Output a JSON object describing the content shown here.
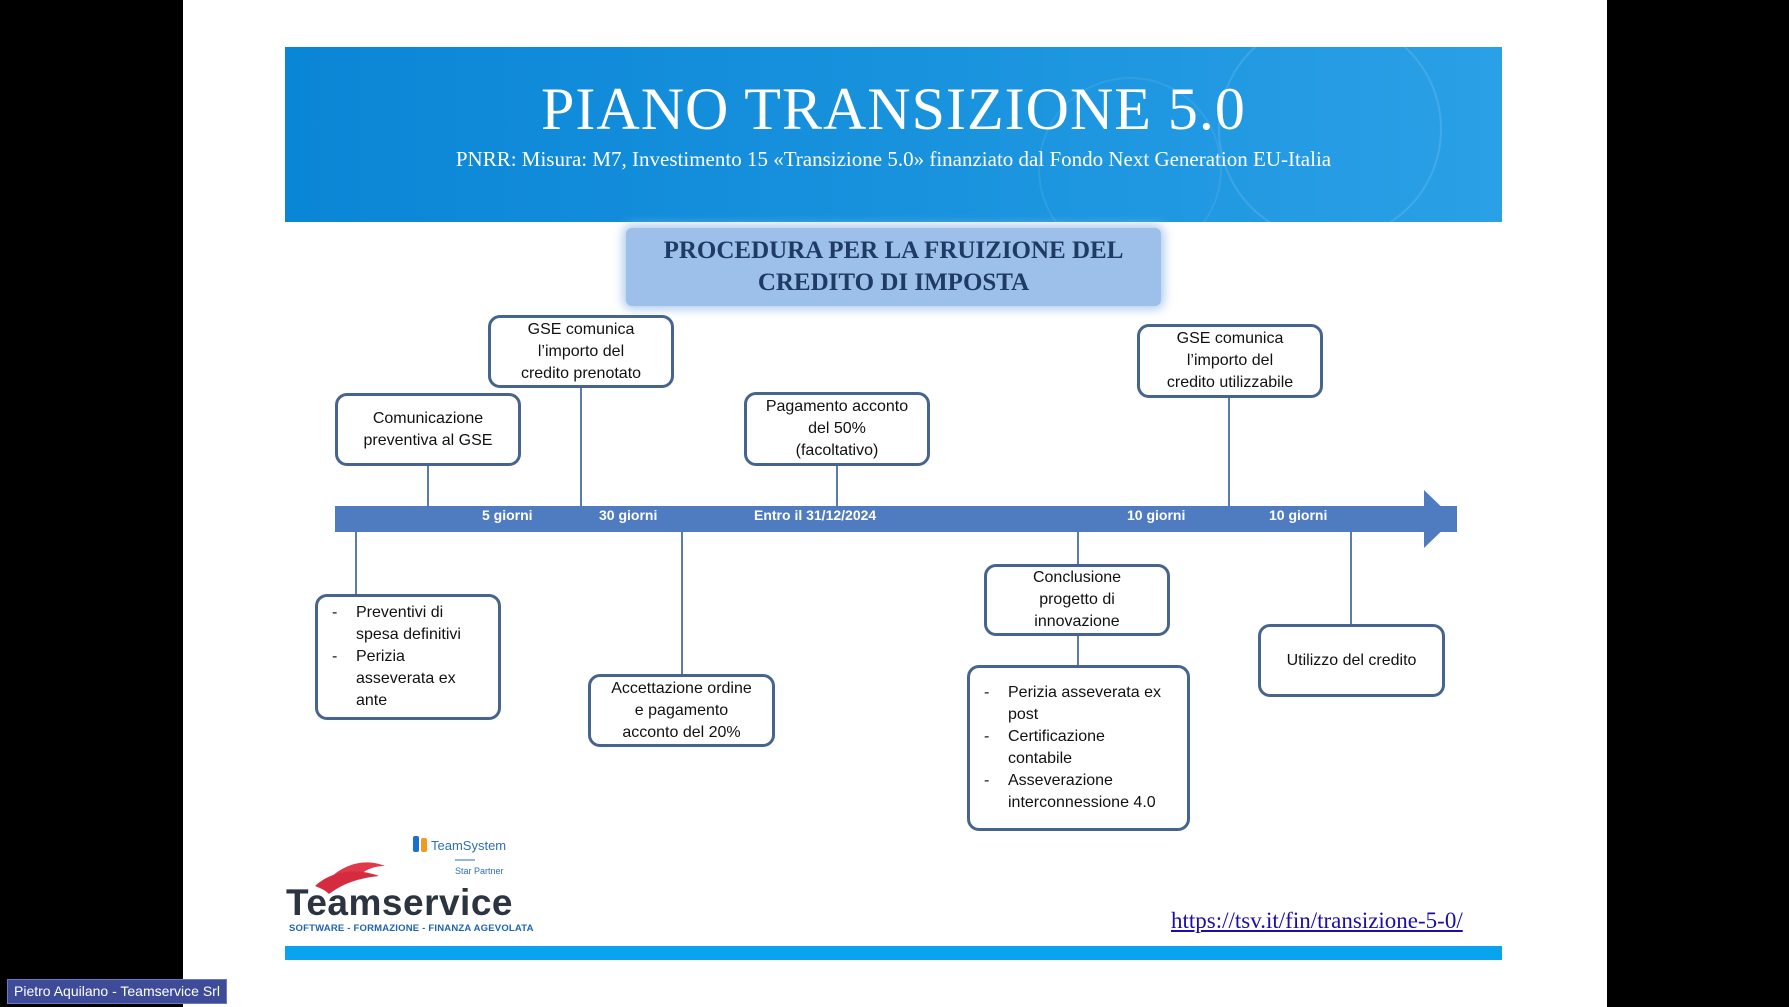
{
  "header": {
    "title": "PIANO TRANSIZIONE 5.0",
    "subtitle": "PNRR: Misura: M7, Investimento 15 «Transizione 5.0» finanziato dal Fondo Next Generation EU-Italia"
  },
  "procedure_title": "PROCEDURA PER LA FRUIZIONE DEL\nCREDITO DI IMPOSTA",
  "timeline": {
    "labels": [
      "5 giorni",
      "30 giorni",
      "Entro il 31/12/2024",
      "10 giorni",
      "10 giorni"
    ]
  },
  "boxes": {
    "comunicazione": "Comunicazione\npreventiva al GSE",
    "gse_prenotato": "GSE comunica\nl’importo del\ncredito prenotato",
    "pagamento": "Pagamento acconto\ndel 50%\n(facoltativo)",
    "gse_utilizzabile": "GSE comunica\nl’importo del\ncredito utilizzabile",
    "preventivi_items": [
      "Preventivi di\nspesa definitivi",
      "Perizia\nasseverata ex\nante"
    ],
    "accettazione": "Accettazione ordine\ne pagamento\nacconto del 20%",
    "conclusione": "Conclusione\nprogetto di\ninnovazione",
    "perizia_items": [
      "Perizia asseverata ex\npost",
      "Certificazione\ncontabile",
      "Asseverazione\ninterconnessione 4.0"
    ],
    "utilizzo": "Utilizzo del credito"
  },
  "list_marker": "-",
  "logo": {
    "partner_brand": "TeamSystem",
    "partner_level": "Star Partner",
    "brand": "Teamservice",
    "tagline": "SOFTWARE - FORMAZIONE - FINANZA AGEVOLATA"
  },
  "link_url": "https://tsv.it/fin/transizione-5-0/",
  "participant_name": "Pietro Aquilano - Teamservice Srl",
  "colors": {
    "header_blue": "#0a86d6",
    "axis_blue": "#4f7bc0",
    "box_border": "#46648e",
    "procedure_bg": "#9dc0ea",
    "bottom_bar": "#0aa3ee"
  }
}
